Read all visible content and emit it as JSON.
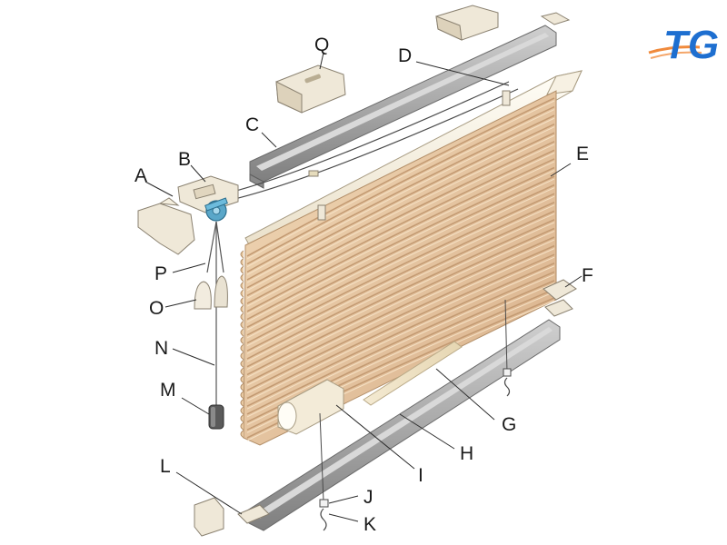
{
  "diagram": {
    "labels": {
      "A": "A",
      "B": "B",
      "C": "C",
      "D": "D",
      "E": "E",
      "F": "F",
      "G": "G",
      "H": "H",
      "I": "I",
      "J": "J",
      "K": "K",
      "L": "L",
      "M": "M",
      "N": "N",
      "O": "O",
      "P": "P",
      "Q": "Q"
    },
    "logo": {
      "text": "TG"
    },
    "colors": {
      "rail": "#a9a9a9",
      "rail_dark": "#7f7f7f",
      "fabric": "#e8c9a2",
      "fabric_shade": "#cfa77c",
      "bracket": "#efe8d8",
      "gear": "#5aa7c9",
      "logo_blue": "#1e6fd0",
      "logo_orange": "#f08a3c"
    }
  }
}
